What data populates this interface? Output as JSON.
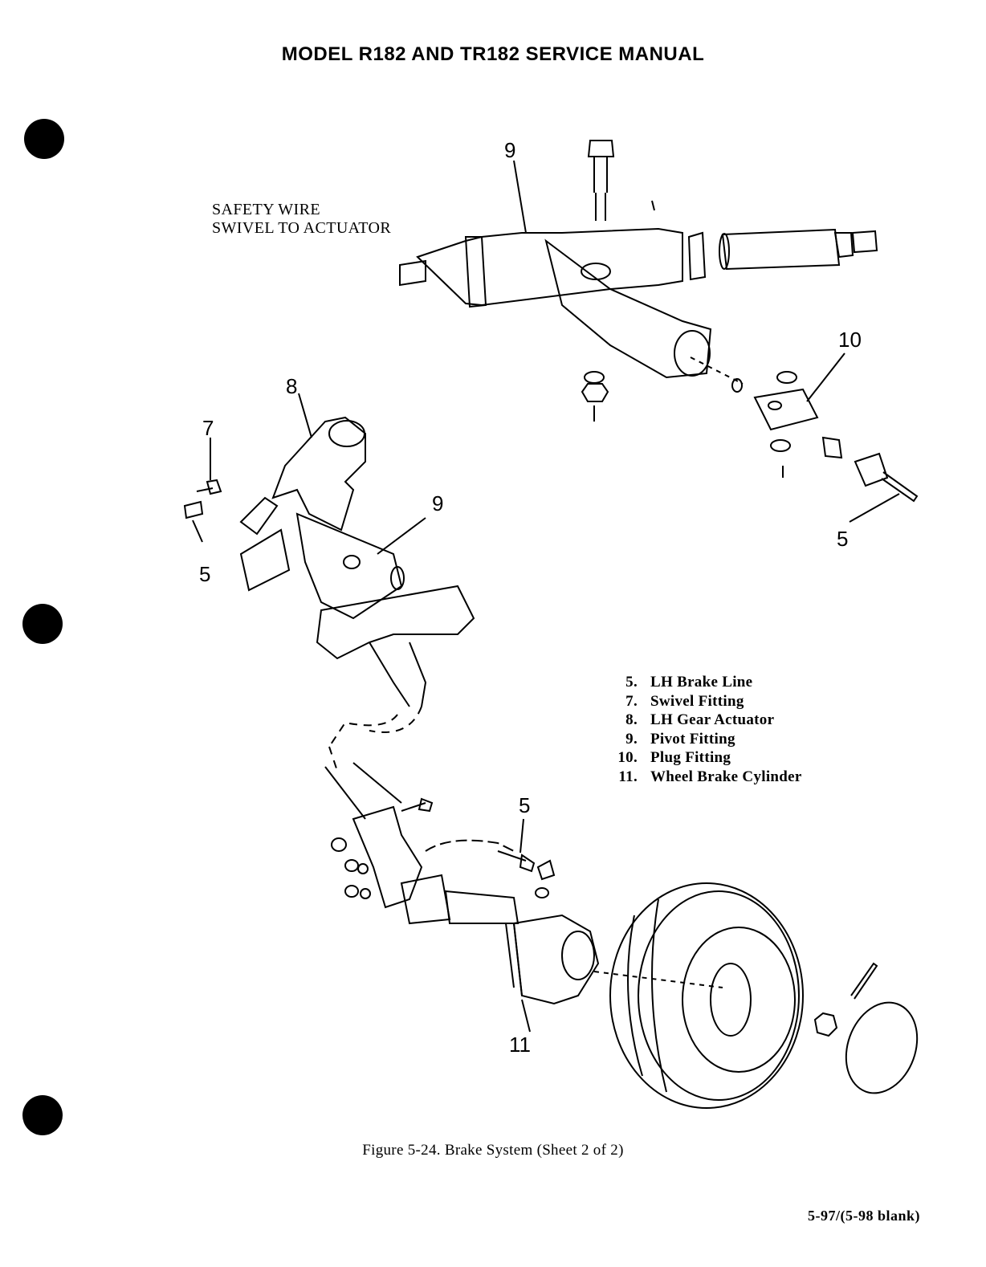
{
  "header": {
    "title": "MODEL R182 AND TR182 SERVICE MANUAL"
  },
  "note": {
    "line1": "SAFETY WIRE",
    "line2": "SWIVEL TO ACTUATOR"
  },
  "callouts": {
    "c9_top": "9",
    "c10": "10",
    "c5_right": "5",
    "c8": "8",
    "c7": "7",
    "c9_mid": "9",
    "c5_left": "5",
    "c5_lower": "5",
    "c11": "11"
  },
  "legend": [
    {
      "num": "5.",
      "label": "LH Brake Line"
    },
    {
      "num": "7.",
      "label": "Swivel Fitting"
    },
    {
      "num": "8.",
      "label": "LH Gear Actuator"
    },
    {
      "num": "9.",
      "label": "Pivot Fitting"
    },
    {
      "num": "10.",
      "label": "Plug Fitting"
    },
    {
      "num": "11.",
      "label": "Wheel Brake Cylinder"
    }
  ],
  "caption": "Figure 5-24. Brake System (Sheet 2 of 2)",
  "page_number": "5-97/(5-98 blank)"
}
